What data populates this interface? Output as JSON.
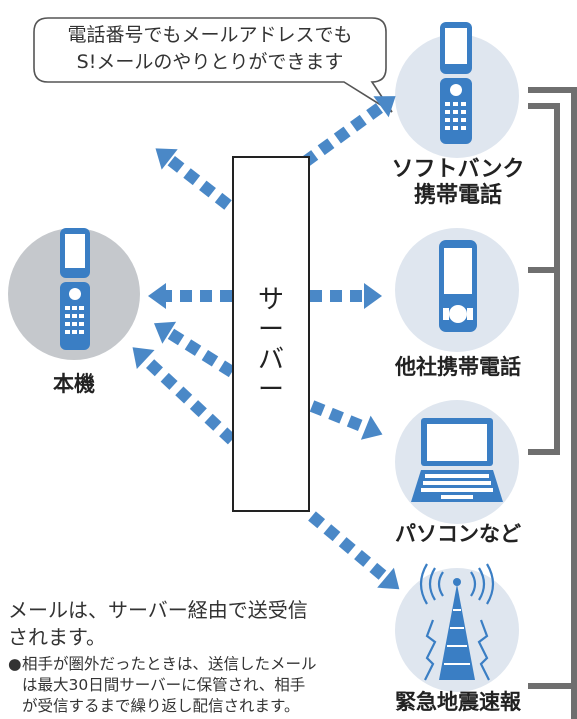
{
  "bubble": {
    "text_line1": "電話番号でもメールアドレスでも",
    "text_line2": "S!メールのやりとりができます"
  },
  "server": {
    "label": "サ\nー\nバ\nー"
  },
  "devices": {
    "self": {
      "label": "本機"
    },
    "softbank": {
      "label": "ソフトバンク\n携帯電話"
    },
    "other_carrier": {
      "label": "他社携帯電話"
    },
    "pc": {
      "label": "パソコンなど"
    },
    "earthquake": {
      "label": "緊急地震速報"
    }
  },
  "notes": {
    "main": "メールは、サーバー経由で送受信\nされます。",
    "bullet_mark": "●",
    "bullet": "相手が圏外だったときは、送信したメール\nは最大30日間サーバーに保管され、相手\nが受信するまで繰り返し配信されます。"
  },
  "colors": {
    "arrow": "#4a88c7",
    "circle_light": "#dfe6ef",
    "circle_self": "#c5c8cc",
    "device_blue": "#3a7ec4",
    "bracket_gray": "#6f6f6f"
  }
}
